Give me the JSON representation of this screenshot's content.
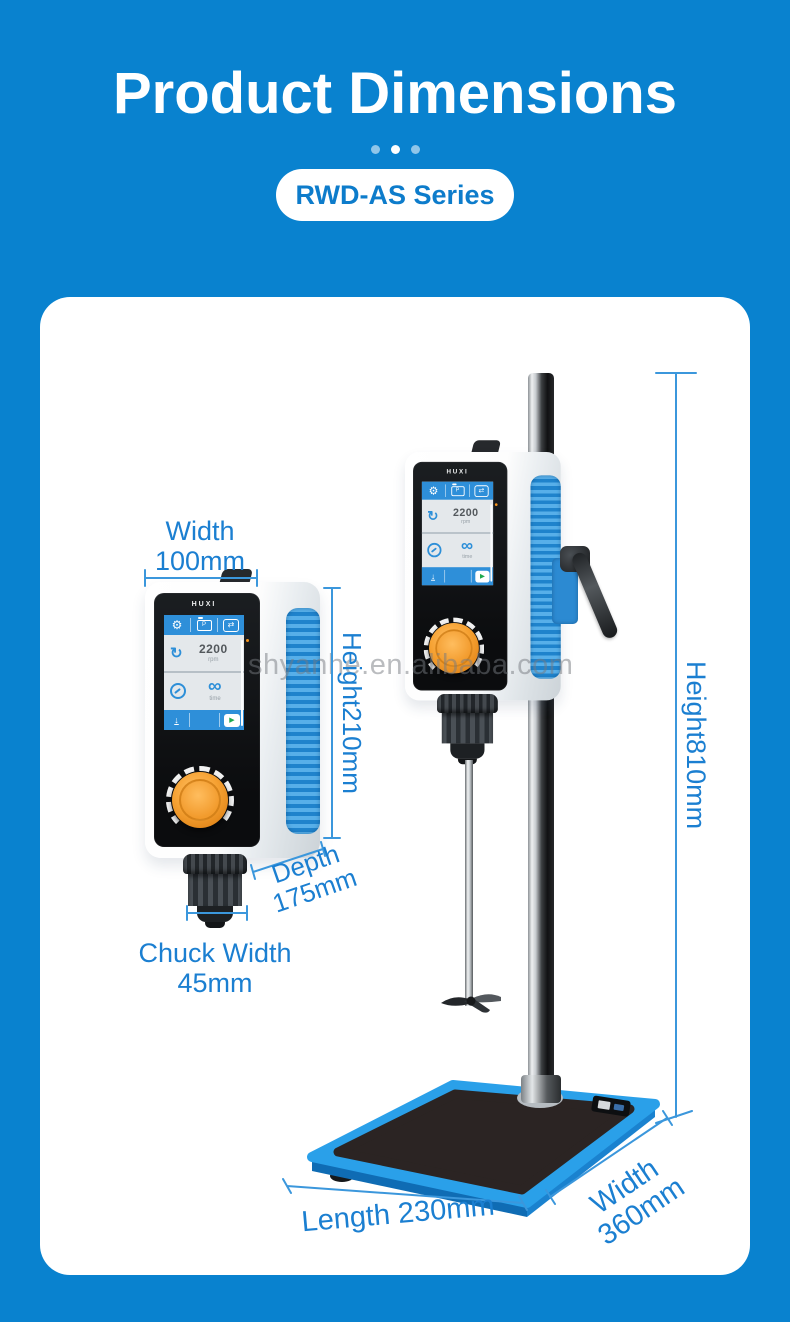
{
  "header": {
    "title": "Product Dimensions",
    "series_badge": "RWD-AS Series"
  },
  "watermark": "shyanhe.en.alibaba.com",
  "device": {
    "brand": "HUXI",
    "screen": {
      "speed_value": "2200",
      "speed_unit": "rpm",
      "infinity": "∞",
      "time_label": "time"
    }
  },
  "icons": {
    "gear": "⚙",
    "folder_letter": "P",
    "sync": "⇄",
    "rotate": "↻",
    "down": "↓",
    "play": "▶"
  },
  "dimensions": {
    "width_label": "Width",
    "width_value": "100mm",
    "head_height": "Height210mm",
    "depth_label": "Depth",
    "depth_value": "175mm",
    "chuck_width_label": "Chuck Width",
    "chuck_width_value": "45mm",
    "total_height": "Height810mm",
    "base_length": "Length 230mm",
    "base_width": "Width 360mm"
  },
  "colors": {
    "background_blue": "#0982cf",
    "label_blue": "#1b7fd1",
    "dimension_line_blue": "#3b97dc",
    "grip_blue": "#3598e0",
    "base_blue": "#2aa0e9",
    "knob_orange": "#f6a233"
  }
}
